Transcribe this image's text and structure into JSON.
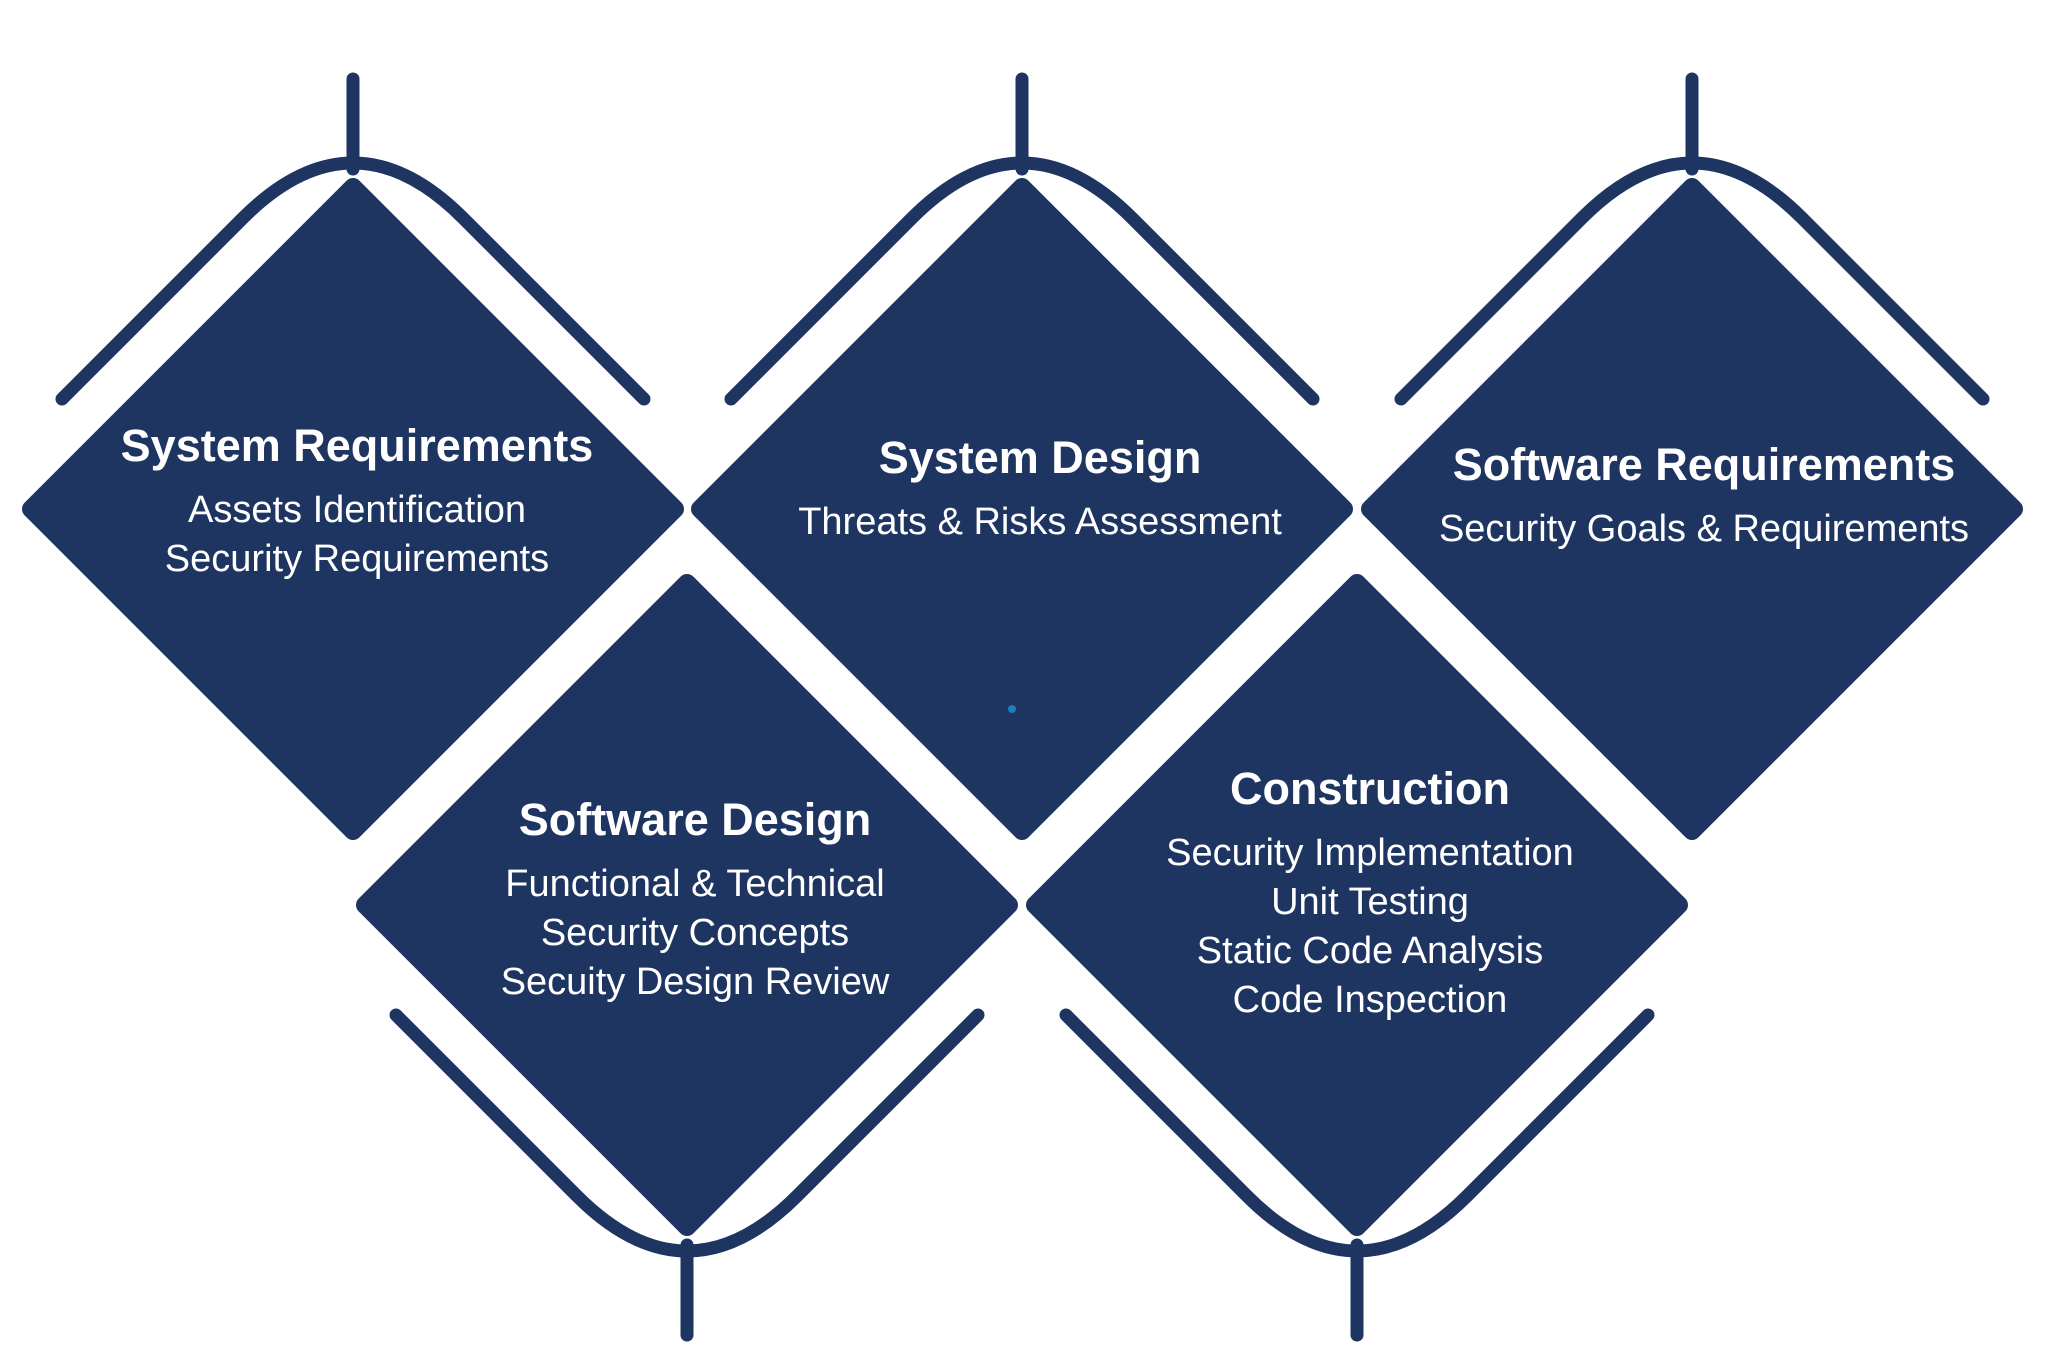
{
  "colors": {
    "primary": "#1e3461",
    "dot": "#1a7fc0",
    "background": "#ffffff"
  },
  "stages": [
    {
      "title": "System Requirements",
      "lines": [
        "Assets Identification",
        "Security Requirements"
      ],
      "connector": "top"
    },
    {
      "title": "System Design",
      "lines": [
        "Threats & Risks Assessment"
      ],
      "connector": "top"
    },
    {
      "title": "Software Requirements",
      "lines": [
        "Security Goals & Requirements"
      ],
      "connector": "top"
    },
    {
      "title": "Software Design",
      "lines": [
        "Functional & Technical",
        "Security Concepts",
        "Secuity Design Review"
      ],
      "connector": "bottom"
    },
    {
      "title": "Construction",
      "lines": [
        "Security Implementation",
        "Unit Testing",
        "Static Code Analysis",
        "Code Inspection"
      ],
      "connector": "bottom"
    }
  ]
}
